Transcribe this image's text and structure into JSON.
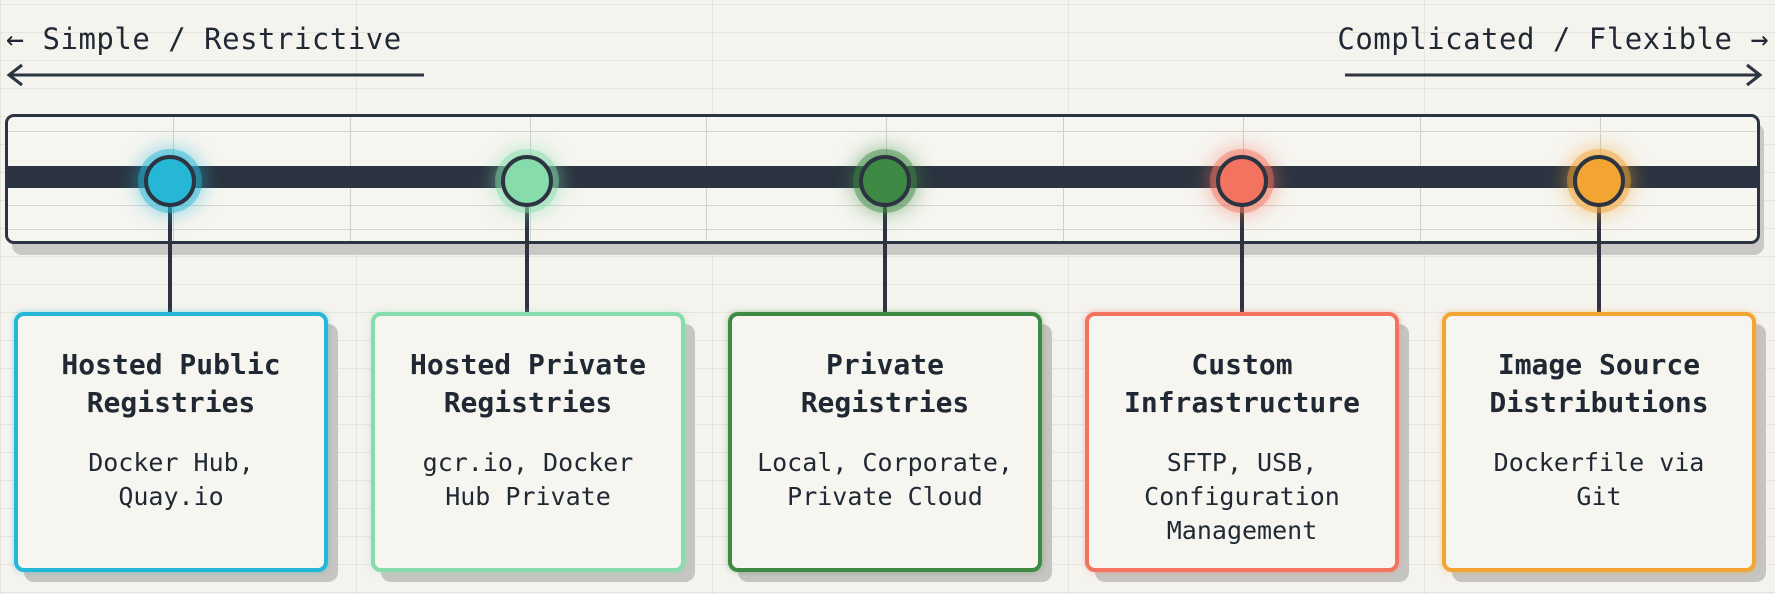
{
  "axis": {
    "left_label": "Simple / Restrictive",
    "right_label": "Complicated / Flexible",
    "left_arrow_glyph": "←",
    "right_arrow_glyph": "→"
  },
  "colors": {
    "outline": "#2b3440",
    "background": "#f4f3ee"
  },
  "categories": [
    {
      "title": "Hosted Public Registries",
      "examples": "Docker Hub, Quay.io",
      "color": "#26b6d6",
      "glow": "rgba(38,182,214,0.45)"
    },
    {
      "title": "Hosted Private Registries",
      "examples": "gcr.io, Docker Hub Private",
      "color": "#86dcaa",
      "glow": "rgba(134,220,170,0.45)"
    },
    {
      "title": "Private Registries",
      "examples": "Local, Corporate, Private Cloud",
      "color": "#3e8a44",
      "glow": "rgba(62,138,68,0.45)"
    },
    {
      "title": "Custom Infrastructure",
      "examples": "SFTP, USB, Configuration Management",
      "color": "#f47360",
      "glow": "rgba(244,115,96,0.45)"
    },
    {
      "title": "Image Source Distributions",
      "examples": "Dockerfile via Git",
      "color": "#f2a532",
      "glow": "rgba(242,165,50,0.45)"
    }
  ]
}
